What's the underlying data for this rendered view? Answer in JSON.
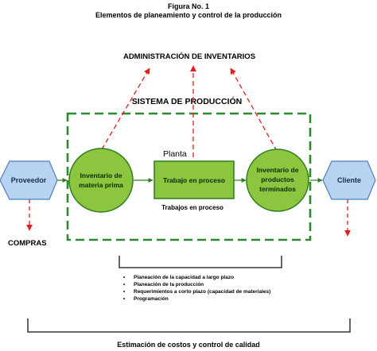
{
  "figure": {
    "number": "Figura No. 1",
    "title": "Elementos de planeamiento y control de la producción"
  },
  "labels": {
    "inventory_admin": "ADMINISTRACIÓN DE INVENTARIOS",
    "production_system": "SISTEMA DE PRODUCCIÓN",
    "purchases": "COMPRAS",
    "plant": "Planta",
    "work_in_process_caption": "Trabajos en proceso",
    "bottom_caption": "Estimación de costos y control de calidad"
  },
  "nodes": {
    "supplier": "Proveedor",
    "raw_material_line1": "Inventario de",
    "raw_material_line2": "materia prima",
    "work_in_process": "Trabajo en proceso",
    "finished_line1": "Inventario de",
    "finished_line2": "productos",
    "finished_line3": "terminados",
    "client": "Cliente"
  },
  "planning_items": [
    "Planeación de la capacidad a largo plazo",
    "Planeación de la producción",
    "Requerimientos a corto plazo (capacidad de materiales)",
    "Programación"
  ],
  "colors": {
    "green_fill": "#8cc63f",
    "green_dark": "#2e7d1e",
    "hex_fill": "#b7d3f2",
    "hex_stroke": "#4f7fb5",
    "red_arrow": "#e0201b",
    "box_dash": "#2b8a2b"
  }
}
